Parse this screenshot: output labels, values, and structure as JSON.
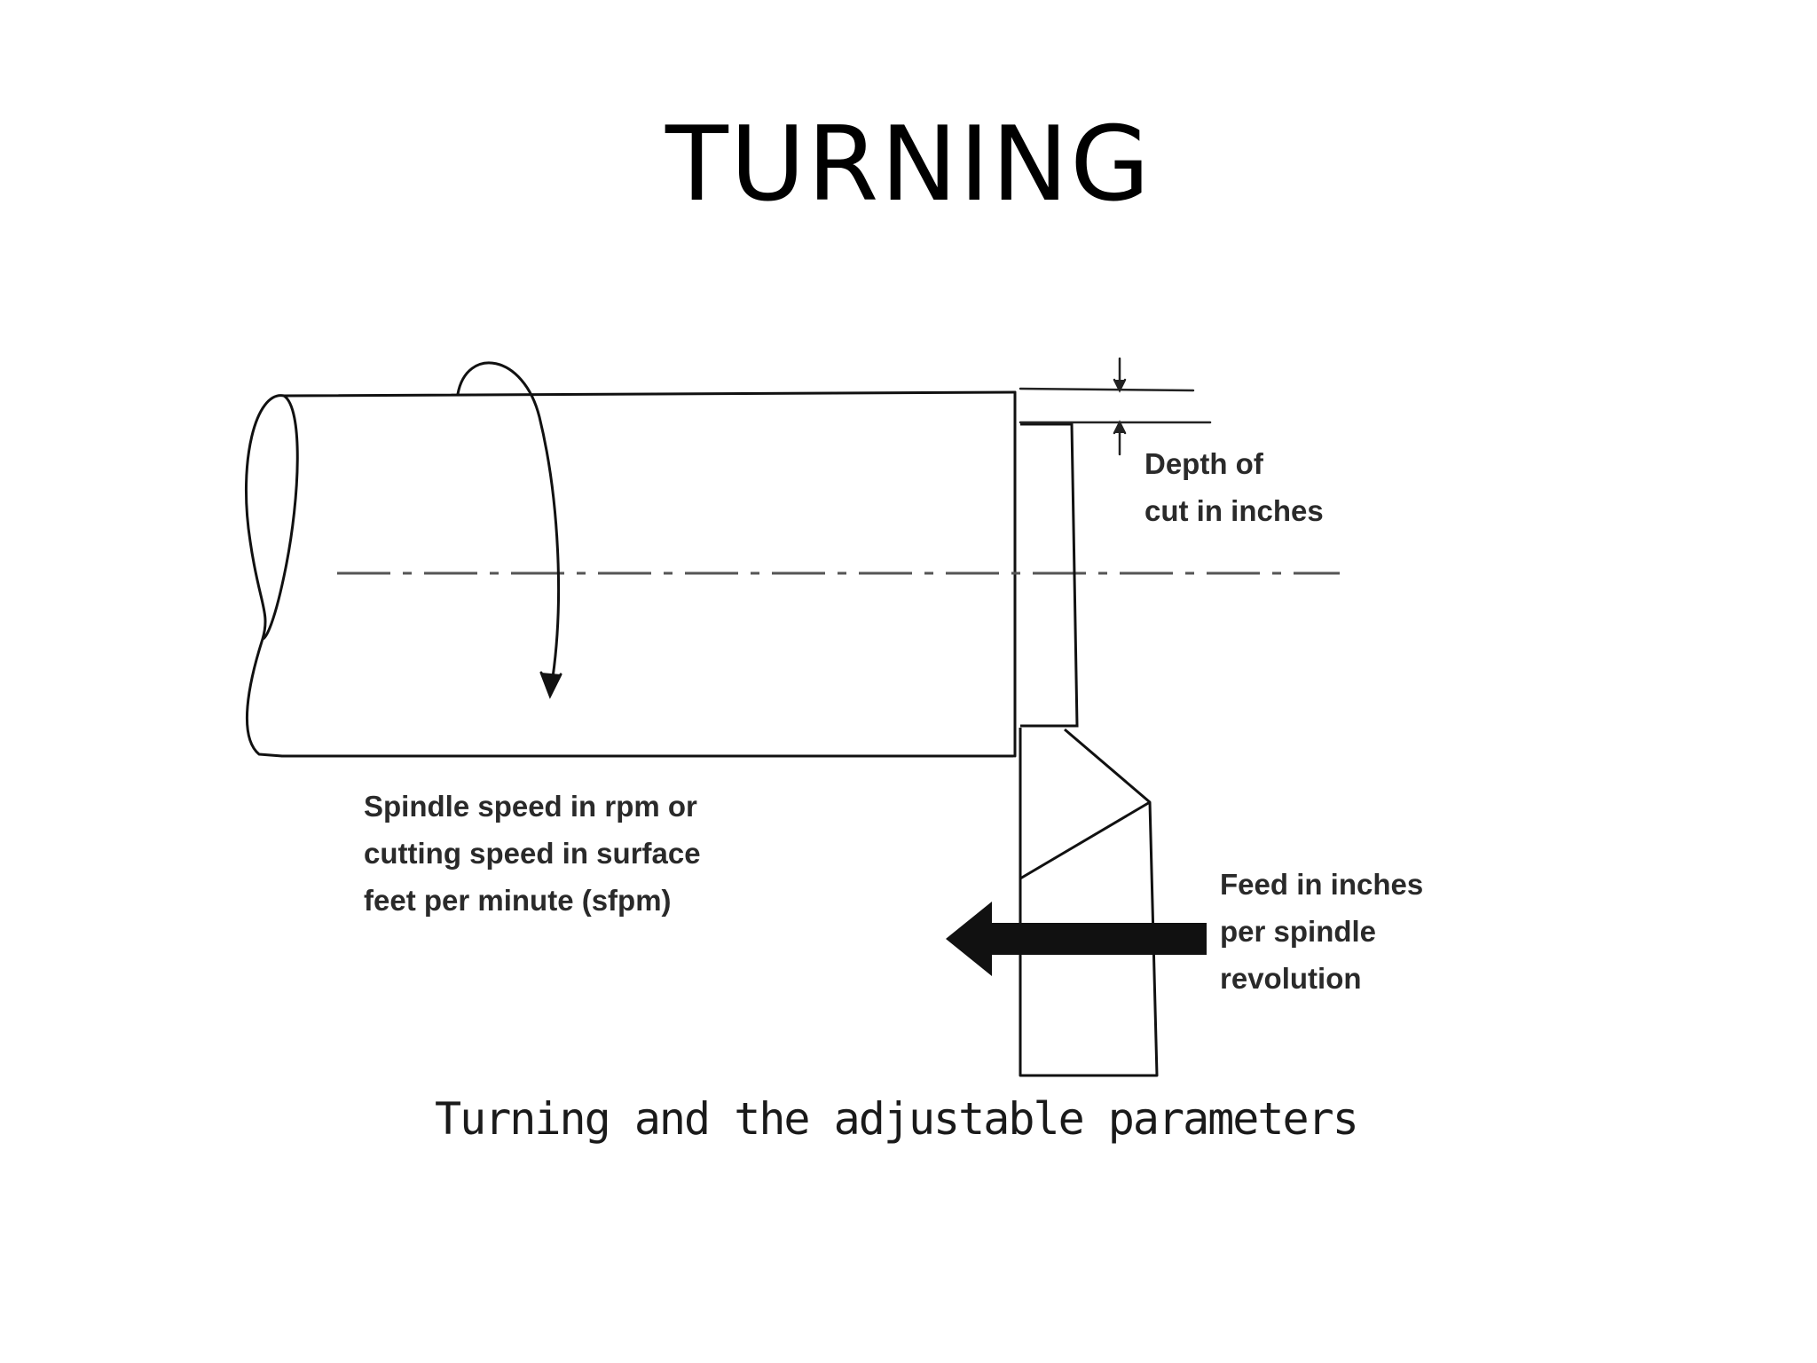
{
  "slide": {
    "title": "TURNING"
  },
  "diagram": {
    "labels": {
      "depth_of_cut": [
        "Depth of",
        "cut in inches"
      ],
      "spindle_speed": [
        "Spindle speed in rpm or",
        "cutting speed in surface",
        "feet per minute (sfpm)"
      ],
      "feed": [
        "Feed in inches",
        "per spindle",
        "revolution"
      ]
    },
    "caption": "Turning and the adjustable parameters"
  },
  "colors": {
    "background": "#ffffff",
    "ink": "#000000",
    "arrow": "#111111"
  }
}
